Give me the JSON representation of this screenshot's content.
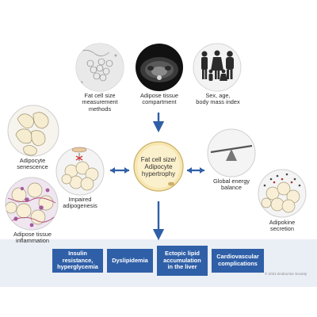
{
  "top": {
    "measurement_label": "Fat cell size\nmeasurement\nmethods",
    "compartment_label": "Adipose tissue\ncompartment",
    "demographics_label": "Sex, age,\nbody mass index"
  },
  "left": {
    "senescence_label": "Adipocyte\nsenescence",
    "inflammation_label": "Adipose tissue\ninflammation",
    "adipogenesis_label": "Impaired\nadipogenesis"
  },
  "center": {
    "label": "Fat cell size/\nAdipocyte\nhypertrophy"
  },
  "right": {
    "energy_label": "Global energy\nbalance",
    "secretion_label": "Adipokine\nsecretion"
  },
  "outcomes": [
    "Insulin resistance,\nhyperglycemia",
    "Dyslipidemia",
    "Ectopic lipid\naccumulation\nin the liver",
    "Cardiovascular\ncomplications"
  ],
  "copyright": "© 2021 Endocrine Society",
  "colors": {
    "arrow": "#2f5fa7",
    "box": "#2f5fa7",
    "band": "#e9eef6",
    "fat_cell": "#f7e6b0"
  }
}
